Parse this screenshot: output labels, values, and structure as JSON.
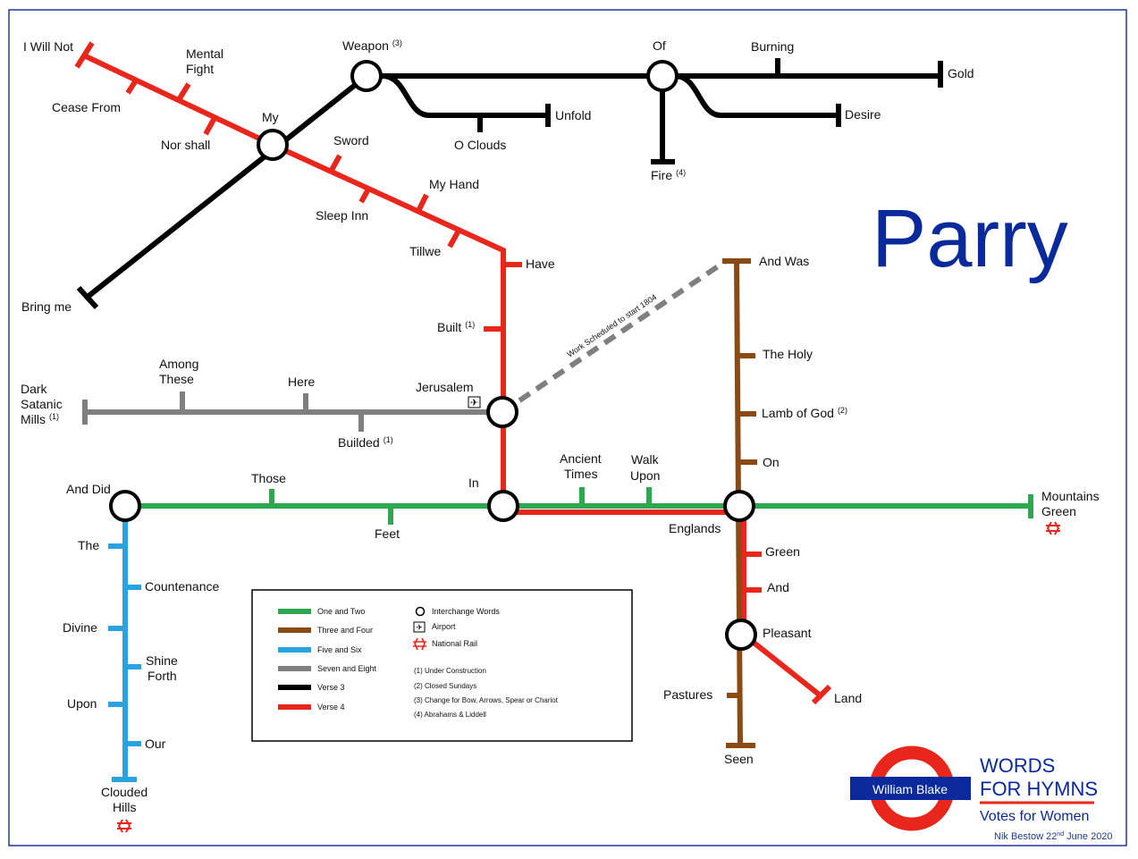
{
  "title": "Parry",
  "credit": {
    "author": "Nik Bestow 22",
    "sup": "nd",
    "date": " June 2020"
  },
  "roundel": {
    "bar_label": "William Blake",
    "words_line1": "WORDS",
    "words_line2": "FOR HYMNS",
    "sub": "Votes for Women"
  },
  "colors": {
    "frame": "#1f3a93",
    "title": "#0a2a9c",
    "one_and_two": "#2ea84f",
    "three_and_four": "#8b4a14",
    "five_and_six": "#29a3e0",
    "seven_and_eight": "#7f7f7f",
    "verse3": "#000000",
    "verse4": "#e8261c",
    "roundel_red": "#e8261c",
    "roundel_bar": "#0a2a9c",
    "national_rail": "#e8261c"
  },
  "stations": {
    "i_will_not": "I Will Not",
    "cease_from": "Cease From",
    "mental": "Mental",
    "fight": "Fight",
    "nor_shall": "Nor shall",
    "my": "My",
    "sword": "Sword",
    "sleep_inn": "Sleep Inn",
    "my_hand": "My Hand",
    "tillwe": "Tillwe",
    "have": "Have",
    "built": "Built",
    "built_sup": "(1)",
    "weapon": "Weapon",
    "weapon_sup": "(3)",
    "unfold": "Unfold",
    "o_clouds": "O Clouds",
    "of": "Of",
    "burning": "Burning",
    "gold": "Gold",
    "desire": "Desire",
    "fire": "Fire",
    "fire_sup": "(4)",
    "bring_me": "Bring me",
    "dark": "Dark",
    "satanic": "Satanic",
    "mills": "Mills",
    "mills_sup": "(1)",
    "among": "Among",
    "these": "These",
    "here": "Here",
    "builded": "Builded",
    "builded_sup": "(1)",
    "jerusalem": "Jerusalem",
    "and_was": "And Was",
    "the_holy": "The Holy",
    "lamb_of_god": "Lamb of God",
    "lamb_sup": "(2)",
    "on": "On",
    "and_did": "And Did",
    "those": "Those",
    "feet": "Feet",
    "in": "In",
    "ancient": "Ancient",
    "times": "Times",
    "walk": "Walk",
    "upon_top": "Upon",
    "englands": "Englands",
    "mountains": "Mountains",
    "green_end": "Green",
    "green": "Green",
    "and": "And",
    "pleasant": "Pleasant",
    "pastures": "Pastures",
    "land": "Land",
    "seen": "Seen",
    "the": "The",
    "countenance": "Countenance",
    "divine": "Divine",
    "shine": "Shine",
    "forth": "Forth",
    "upon": "Upon",
    "our": "Our",
    "clouded": "Clouded",
    "hills": "Hills"
  },
  "dashed_label": "Work Scheduled to start 1804",
  "legend": {
    "lines": [
      {
        "label": "One and Two",
        "color": "#2ea84f"
      },
      {
        "label": "Three and Four",
        "color": "#8b4a14"
      },
      {
        "label": "Five and Six",
        "color": "#29a3e0"
      },
      {
        "label": "Seven and Eight",
        "color": "#7f7f7f"
      },
      {
        "label": "Verse 3",
        "color": "#000000"
      },
      {
        "label": "Verse 4",
        "color": "#e8261c"
      }
    ],
    "symbols": {
      "interchange": "Interchange Words",
      "airport": "Airport",
      "national_rail": "National Rail"
    },
    "notes": [
      "(1)  Under Construction",
      "(2)  Closed Sundays",
      "(3)  Change for Bow, Arrows, Spear or Chariot",
      "(4)  Abrahams & Liddell"
    ]
  }
}
